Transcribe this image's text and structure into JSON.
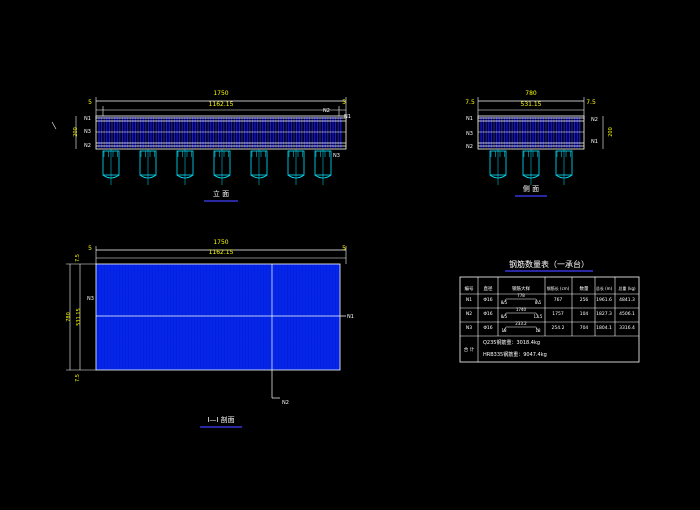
{
  "colors": {
    "background": "#000000",
    "line": "#ffffff",
    "rebar": "#1a1aff",
    "concrete": "#0022dd",
    "pile": "#00e5ff",
    "dim_text": "#ffff00",
    "title_underline": "#4040ff"
  },
  "elevation": {
    "title": "立 面",
    "dim_total": "1750",
    "dim_inner": "1162.15",
    "dim_left": "5",
    "dim_right": "5",
    "height_dim": "200",
    "labels": {
      "n1_left": "N1",
      "n3": "N3",
      "n2_left": "N2",
      "n2_top": "N2",
      "n1_right": "N1",
      "n3_bottom": "N3"
    }
  },
  "side": {
    "title": "侧 面",
    "dim_total": "780",
    "dim_inner": "531.15",
    "dim_left": "7.5",
    "dim_right": "7.5",
    "height_dim": "200",
    "labels": {
      "n1_left": "N1",
      "n3": "N3",
      "n2_left": "N2",
      "n2_right": "N2",
      "n1_right": "N1"
    }
  },
  "plan": {
    "title": "I—I 剖面",
    "dim_total": "1750",
    "dim_inner": "1162.15",
    "dim_left": "5",
    "dim_right": "5",
    "height_total": "780",
    "height_inner": "531.15",
    "dim_top": "7.5",
    "dim_bottom": "7.5",
    "labels": {
      "n3": "N3",
      "n1": "N1",
      "n2": "N2"
    }
  },
  "table": {
    "title": "钢筋数量表（一承台）",
    "headers": [
      "编号",
      "直径",
      "钢筋大样",
      "钢筋长 (cm)",
      "数量",
      "总长 (m)",
      "总重 (kg)"
    ],
    "rows": [
      {
        "id": "N1",
        "dia": "Φ16",
        "shape_top": "778",
        "shape_l": "8.5",
        "shape_r": "8.5",
        "len": "767",
        "qty": "256",
        "total_len": "1961.6",
        "weight": "4841.3"
      },
      {
        "id": "N2",
        "dia": "Φ16",
        "shape_top": "1740",
        "shape_l": "8.5",
        "shape_r": "12.5",
        "len": "1757",
        "qty": "104",
        "total_len": "1827.3",
        "weight": "4506.1"
      },
      {
        "id": "N3",
        "dia": "Φ16",
        "shape_top": "233.2",
        "shape_l": "18",
        "shape_r": "18",
        "len": "254.2",
        "qty": "704",
        "total_len": "1804.1",
        "weight": "3316.4"
      }
    ],
    "total_label": "合 计",
    "total_line1": "Q235钢筋重：3018.4kg",
    "total_line2": "HRB335钢筋重：9047.4kg"
  }
}
